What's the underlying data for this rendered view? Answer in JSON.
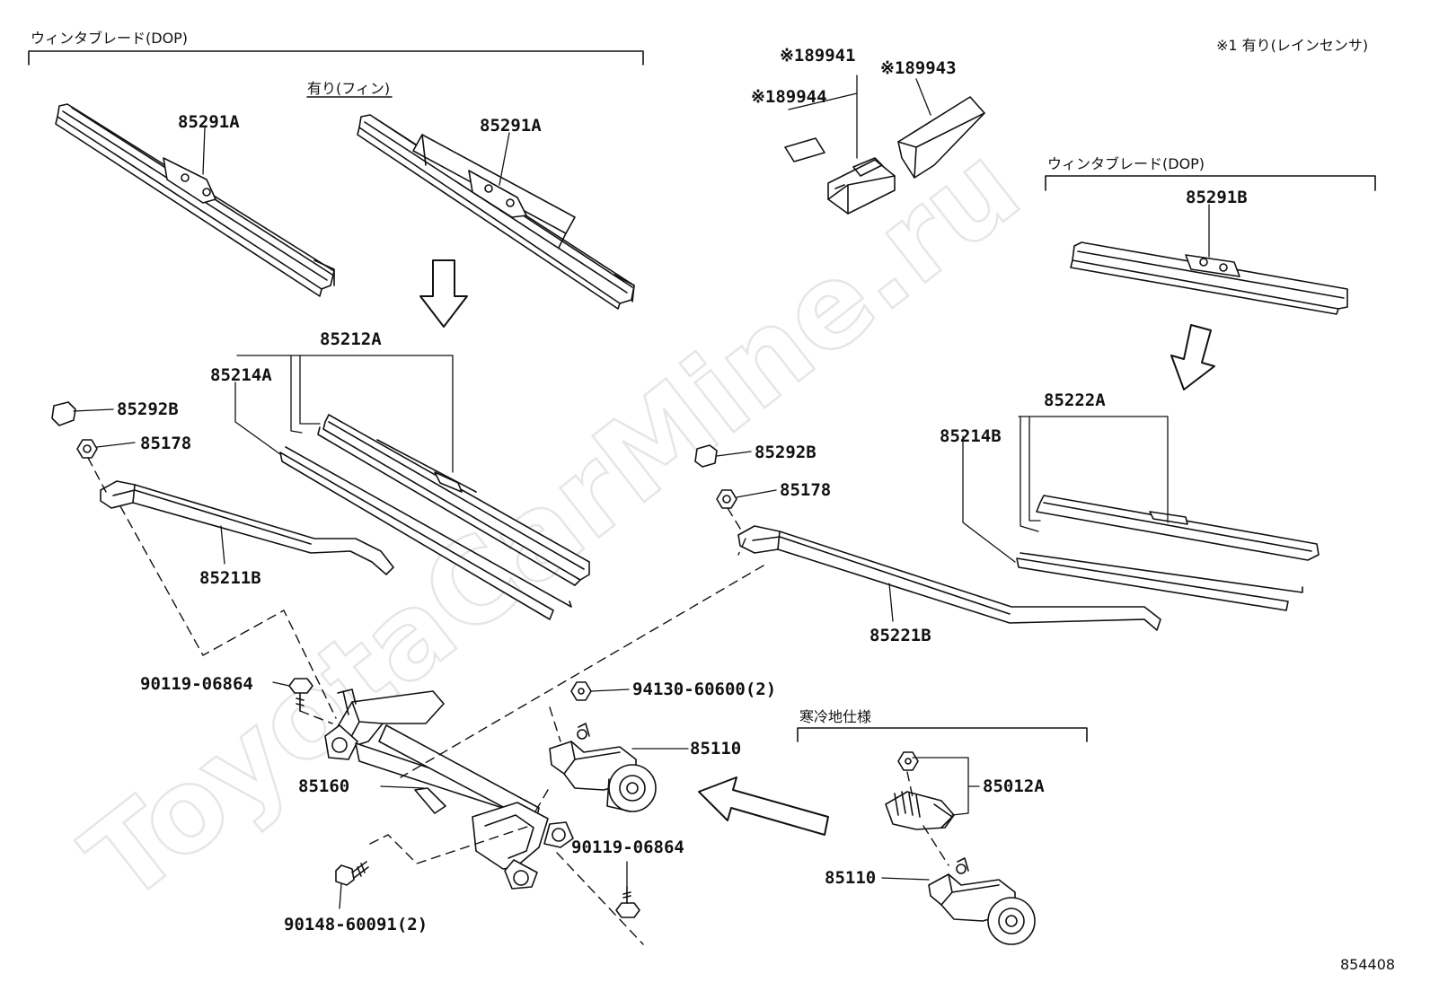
{
  "watermark": "ToyotaCarMine.ru",
  "diagram_id": "854408",
  "sections": {
    "winter_blade_left": "ウィンタブレード(DOP)",
    "with_fin": "有り(フィン)",
    "winter_blade_right": "ウィンタブレード(DOP)",
    "cold_region_spec": "寒冷地仕様",
    "rain_sensor_note": "※1 有り(レインセンサ)"
  },
  "parts": {
    "p85291A_1": "85291A",
    "p85291A_2": "85291A",
    "p85291B": "85291B",
    "p89941": "※189941",
    "p89944": "※189944",
    "p89943": "※189943",
    "p85212A": "85212A",
    "p85214A": "85214A",
    "p85292B_1": "85292B",
    "p85178_1": "85178",
    "p85211B": "85211B",
    "p85292B_2": "85292B",
    "p85178_2": "85178",
    "p85221B": "85221B",
    "p85222A": "85222A",
    "p85214B": "85214B",
    "p90119_1": "90119-06864",
    "p94130": "94130-60600(2)",
    "p85110_1": "85110",
    "p85160": "85160",
    "p90119_2": "90119-06864",
    "p90148": "90148-60091(2)",
    "p85012A": "85012A",
    "p85110_2": "85110"
  }
}
